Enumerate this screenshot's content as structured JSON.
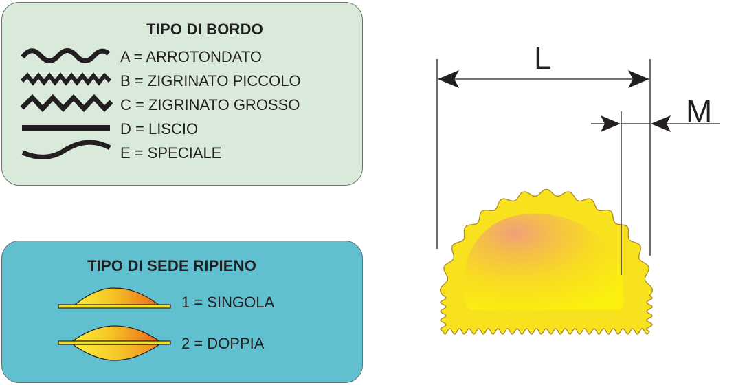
{
  "edge_panel": {
    "title": "TIPO DI BORDO",
    "items": [
      {
        "label": "A = ARROTONDATO",
        "icon": "wavy-line-icon"
      },
      {
        "label": "B = ZIGRINATO PICCOLO",
        "icon": "small-zigzag-line-icon"
      },
      {
        "label": "C = ZIGRINATO GROSSO",
        "icon": "large-zigzag-line-icon"
      },
      {
        "label": "D = LISCIO",
        "icon": "straight-line-icon"
      },
      {
        "label": "E = SPECIALE",
        "icon": "curved-line-icon"
      }
    ]
  },
  "filling_panel": {
    "title": "TIPO DI SEDE RIPIENO",
    "items": [
      {
        "label": "1 = SINGOLA",
        "icon": "single-filling-icon"
      },
      {
        "label": "2 = DOPPIA",
        "icon": "double-filling-icon"
      }
    ]
  },
  "dimensions": {
    "length_label": "L",
    "margin_label": "M"
  },
  "colors": {
    "edge_panel_bg": "#d9eadb",
    "filling_panel_bg": "#60c0cf",
    "pasta_yellow": "#f7e01b",
    "filling_orange": "#e8791c"
  }
}
